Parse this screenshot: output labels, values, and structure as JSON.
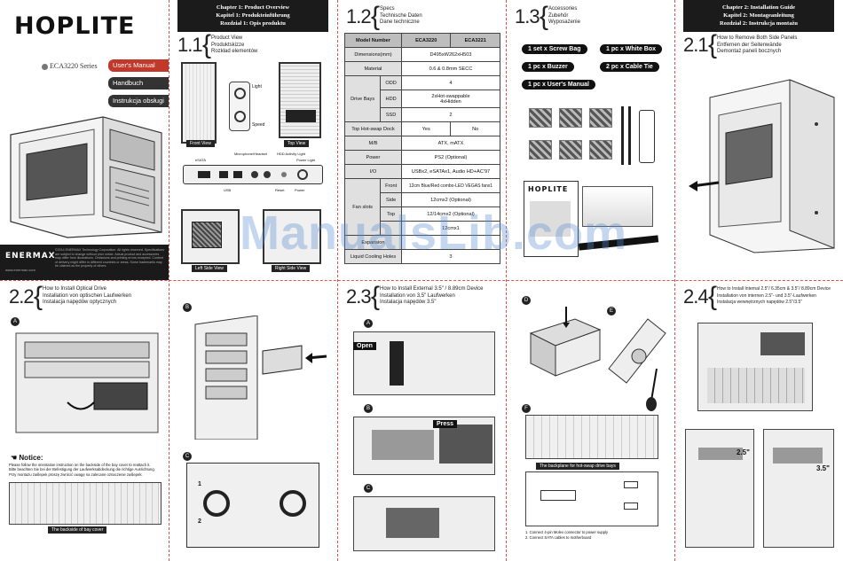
{
  "cover": {
    "brand": "HOPLITE",
    "series": "ECA3220 Series",
    "manuals": [
      "User's Manual",
      "Handbuch",
      "Instrukcja obsługi"
    ],
    "footer_brand": "ENERMAX",
    "footer_url": "www.enermax.com",
    "copyright": "©2014 ENERMAX Technology Corporation. All rights reserved. Specifications are subject to change without prior notice. Actual product and accessories may differ from illustrations. Omissions and printing errors excepted. Content of delivery might differ in different countries or areas. Some trademarks may be claimed as the property of others."
  },
  "chapter1": {
    "header": [
      "Chapter 1: Product Overview",
      "Kapitel 1: Produkteinführung",
      "Rozdział 1: Opis produktu"
    ],
    "section_num": "1.1",
    "section_lines": [
      "Product View",
      "Produktskizze",
      "Rozkład elementów"
    ],
    "views": {
      "front": "Front View",
      "top": "Top View",
      "left": "Left Side View",
      "right": "Right Side View"
    },
    "light": "Light",
    "speed": "Speed",
    "io_labels": {
      "esata": "eSATA",
      "mic": "Microphone/Headset",
      "hdd": "HDD Activity Light",
      "power_light": "Power Light",
      "usb": "USB",
      "reset": "Reset",
      "power": "Power"
    }
  },
  "specs": {
    "section_num": "1.2",
    "section_lines": [
      "Specs",
      "Technische Daten",
      "Dane techniczne"
    ],
    "columns": [
      "Model Number",
      "ECA3220",
      "ECA3221"
    ],
    "rows": [
      {
        "label": "Dimensions(mm)",
        "value": "D495xW262xH503"
      },
      {
        "label": "Material",
        "value": "0.6 & 0.8mm SECC"
      },
      {
        "group": "Drive Bays",
        "sub": "ODD",
        "value": "4"
      },
      {
        "group": "Drive Bays",
        "sub": "HDD",
        "value": "2xHot-swappable\n4xHidden"
      },
      {
        "group": "Drive Bays",
        "sub": "SSD",
        "value": "2"
      },
      {
        "label": "Top Hot-swap Dock",
        "value_a": "Yes",
        "value_b": "No"
      },
      {
        "label": "M/B",
        "value": "ATX, mATX"
      },
      {
        "label": "Power",
        "value": "PS2 (Optional)"
      },
      {
        "label": "I/O",
        "value": "USBx2, eSATAx1, Audio HD+AC'97"
      },
      {
        "group": "Fan slots",
        "sub": "Front",
        "value": "12cm Blue/Red combo-LED VEGAS fanx1"
      },
      {
        "group": "Fan slots",
        "sub": "Side",
        "value": "12cmx2 (Optional)"
      },
      {
        "group": "Fan slots",
        "sub": "Top",
        "value": "12/14cmx2 (Optional)"
      },
      {
        "group": "Fan slots",
        "sub": "",
        "value": "12cmx1"
      },
      {
        "label": "Expansion",
        "value": ""
      },
      {
        "label": "Liquid Cooling Holes",
        "value": "3"
      }
    ]
  },
  "accessories": {
    "section_num": "1.3",
    "section_lines": [
      "Accessories",
      "Zubehör",
      "Wyposażenie"
    ],
    "items": [
      "1 set x Screw Bag",
      "1 pc x White Box",
      "1 pc x Buzzer",
      "2 pc x Cable Tie",
      "1 pc x User's Manual"
    ],
    "manual_logo": "HOPLITE"
  },
  "chapter2": {
    "header": [
      "Chapter 2: Installation Guide",
      "Kapitel 2: Montageanleitung",
      "Rozdział 2: Instrukcja montażu"
    ],
    "section_num": "2.1",
    "section_lines": [
      "How to Remove Both Side Panels",
      "Entfernen der Seitenwände",
      "Demontaż paneli bocznych"
    ]
  },
  "s22": {
    "section_num": "2.2",
    "section_lines": [
      "How to Install Optical Drive",
      "Installation von optischen Laufwerken",
      "Instalacja napędów optycznych"
    ],
    "notice_title": "Notice:",
    "notice_lines": [
      "Please follow the orientation instruction on the backside of the bay cover to reattach it.",
      "Bitte beachten Sie bei der Befestigung der Laufwerksabdeckung die richtige Ausrichtung.",
      "Przy montażu zaślepek proszę zwrócić uwagę na zalecane oznaczenie zaślepek."
    ],
    "bay_caption": "The backside of bay cover",
    "step_a": "A",
    "step_b": "B",
    "step_c": "C",
    "marks": [
      "1",
      "2"
    ]
  },
  "s23": {
    "section_num": "2.3",
    "section_lines": [
      "How to Install External 3.5\" / 8.89cm Device",
      "Installation von 3,5\" Laufwerken",
      "Instalacja napędów 3.5\""
    ],
    "open_label": "Open",
    "press_label": "Press",
    "step_a": "A",
    "step_b": "B",
    "step_c": "C"
  },
  "hotswap": {
    "step_d": "D",
    "step_e": "E",
    "step_f": "F",
    "backplane_caption": "The backplane for hot-swap drive bays",
    "notes": [
      "1. Connect 4-pin Molex connector to power supply",
      "2. Connect SATA cables to motherboard"
    ]
  },
  "s24": {
    "section_num": "2.4",
    "section_lines": [
      "How to Install Internal 2.5\"/ 6.35cm & 3.5\"/ 8.89cm Device",
      "Installation von internen 2.5\"- und 3.5\"-Laufwerken",
      "Instalacja wewnętrznych napędów 2.5\"/3.5\""
    ],
    "size_25": "2.5\"",
    "size_35": "3.5\""
  },
  "watermark": "ManualsLib.com"
}
